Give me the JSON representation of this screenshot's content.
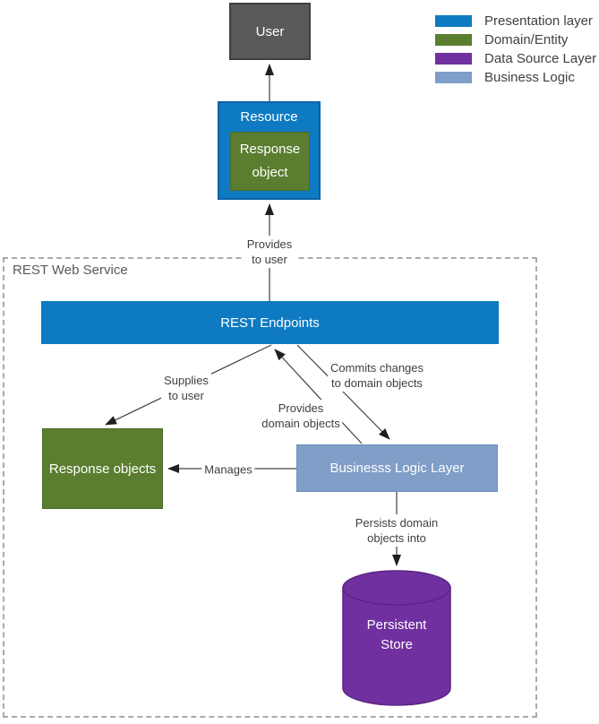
{
  "legend": {
    "items": [
      {
        "label": "Presentation layer",
        "color": "#0d7ac2",
        "name": "presentation-layer"
      },
      {
        "label": "Domain/Entity",
        "color": "#5b7d2f",
        "name": "domain-entity"
      },
      {
        "label": "Data Source Layer",
        "color": "#7030a0",
        "name": "data-source-layer"
      },
      {
        "label": "Business Logic",
        "color": "#7f9ec8",
        "name": "business-logic"
      }
    ]
  },
  "container": {
    "label": "REST Web Service"
  },
  "nodes": {
    "user": {
      "label": "User",
      "color": "#595959"
    },
    "resource": {
      "label": "Resource",
      "color": "#0d7ac2"
    },
    "response_object": {
      "label": "Response\nobject",
      "color": "#5b7d2f"
    },
    "rest_endpoints": {
      "label": "REST Endpoints",
      "color": "#0d7ac2"
    },
    "response_objects": {
      "label": "Response objects",
      "color": "#5b7d2f"
    },
    "business_logic_layer": {
      "label": "Businesss Logic Layer",
      "color": "#7f9ec8"
    },
    "persistent_store": {
      "label": "Persistent\nStore",
      "color": "#7030a0"
    }
  },
  "edges": {
    "provides_to_user": {
      "label": "Provides\nto user"
    },
    "supplies_to_user": {
      "label": "Supplies\nto user"
    },
    "commits_changes": {
      "label": "Commits changes\nto domain objects"
    },
    "provides_domain_objects": {
      "label": "Provides\ndomain objects"
    },
    "manages": {
      "label": "Manages"
    },
    "persists_domain": {
      "label": "Persists domain\nobjects into"
    }
  }
}
